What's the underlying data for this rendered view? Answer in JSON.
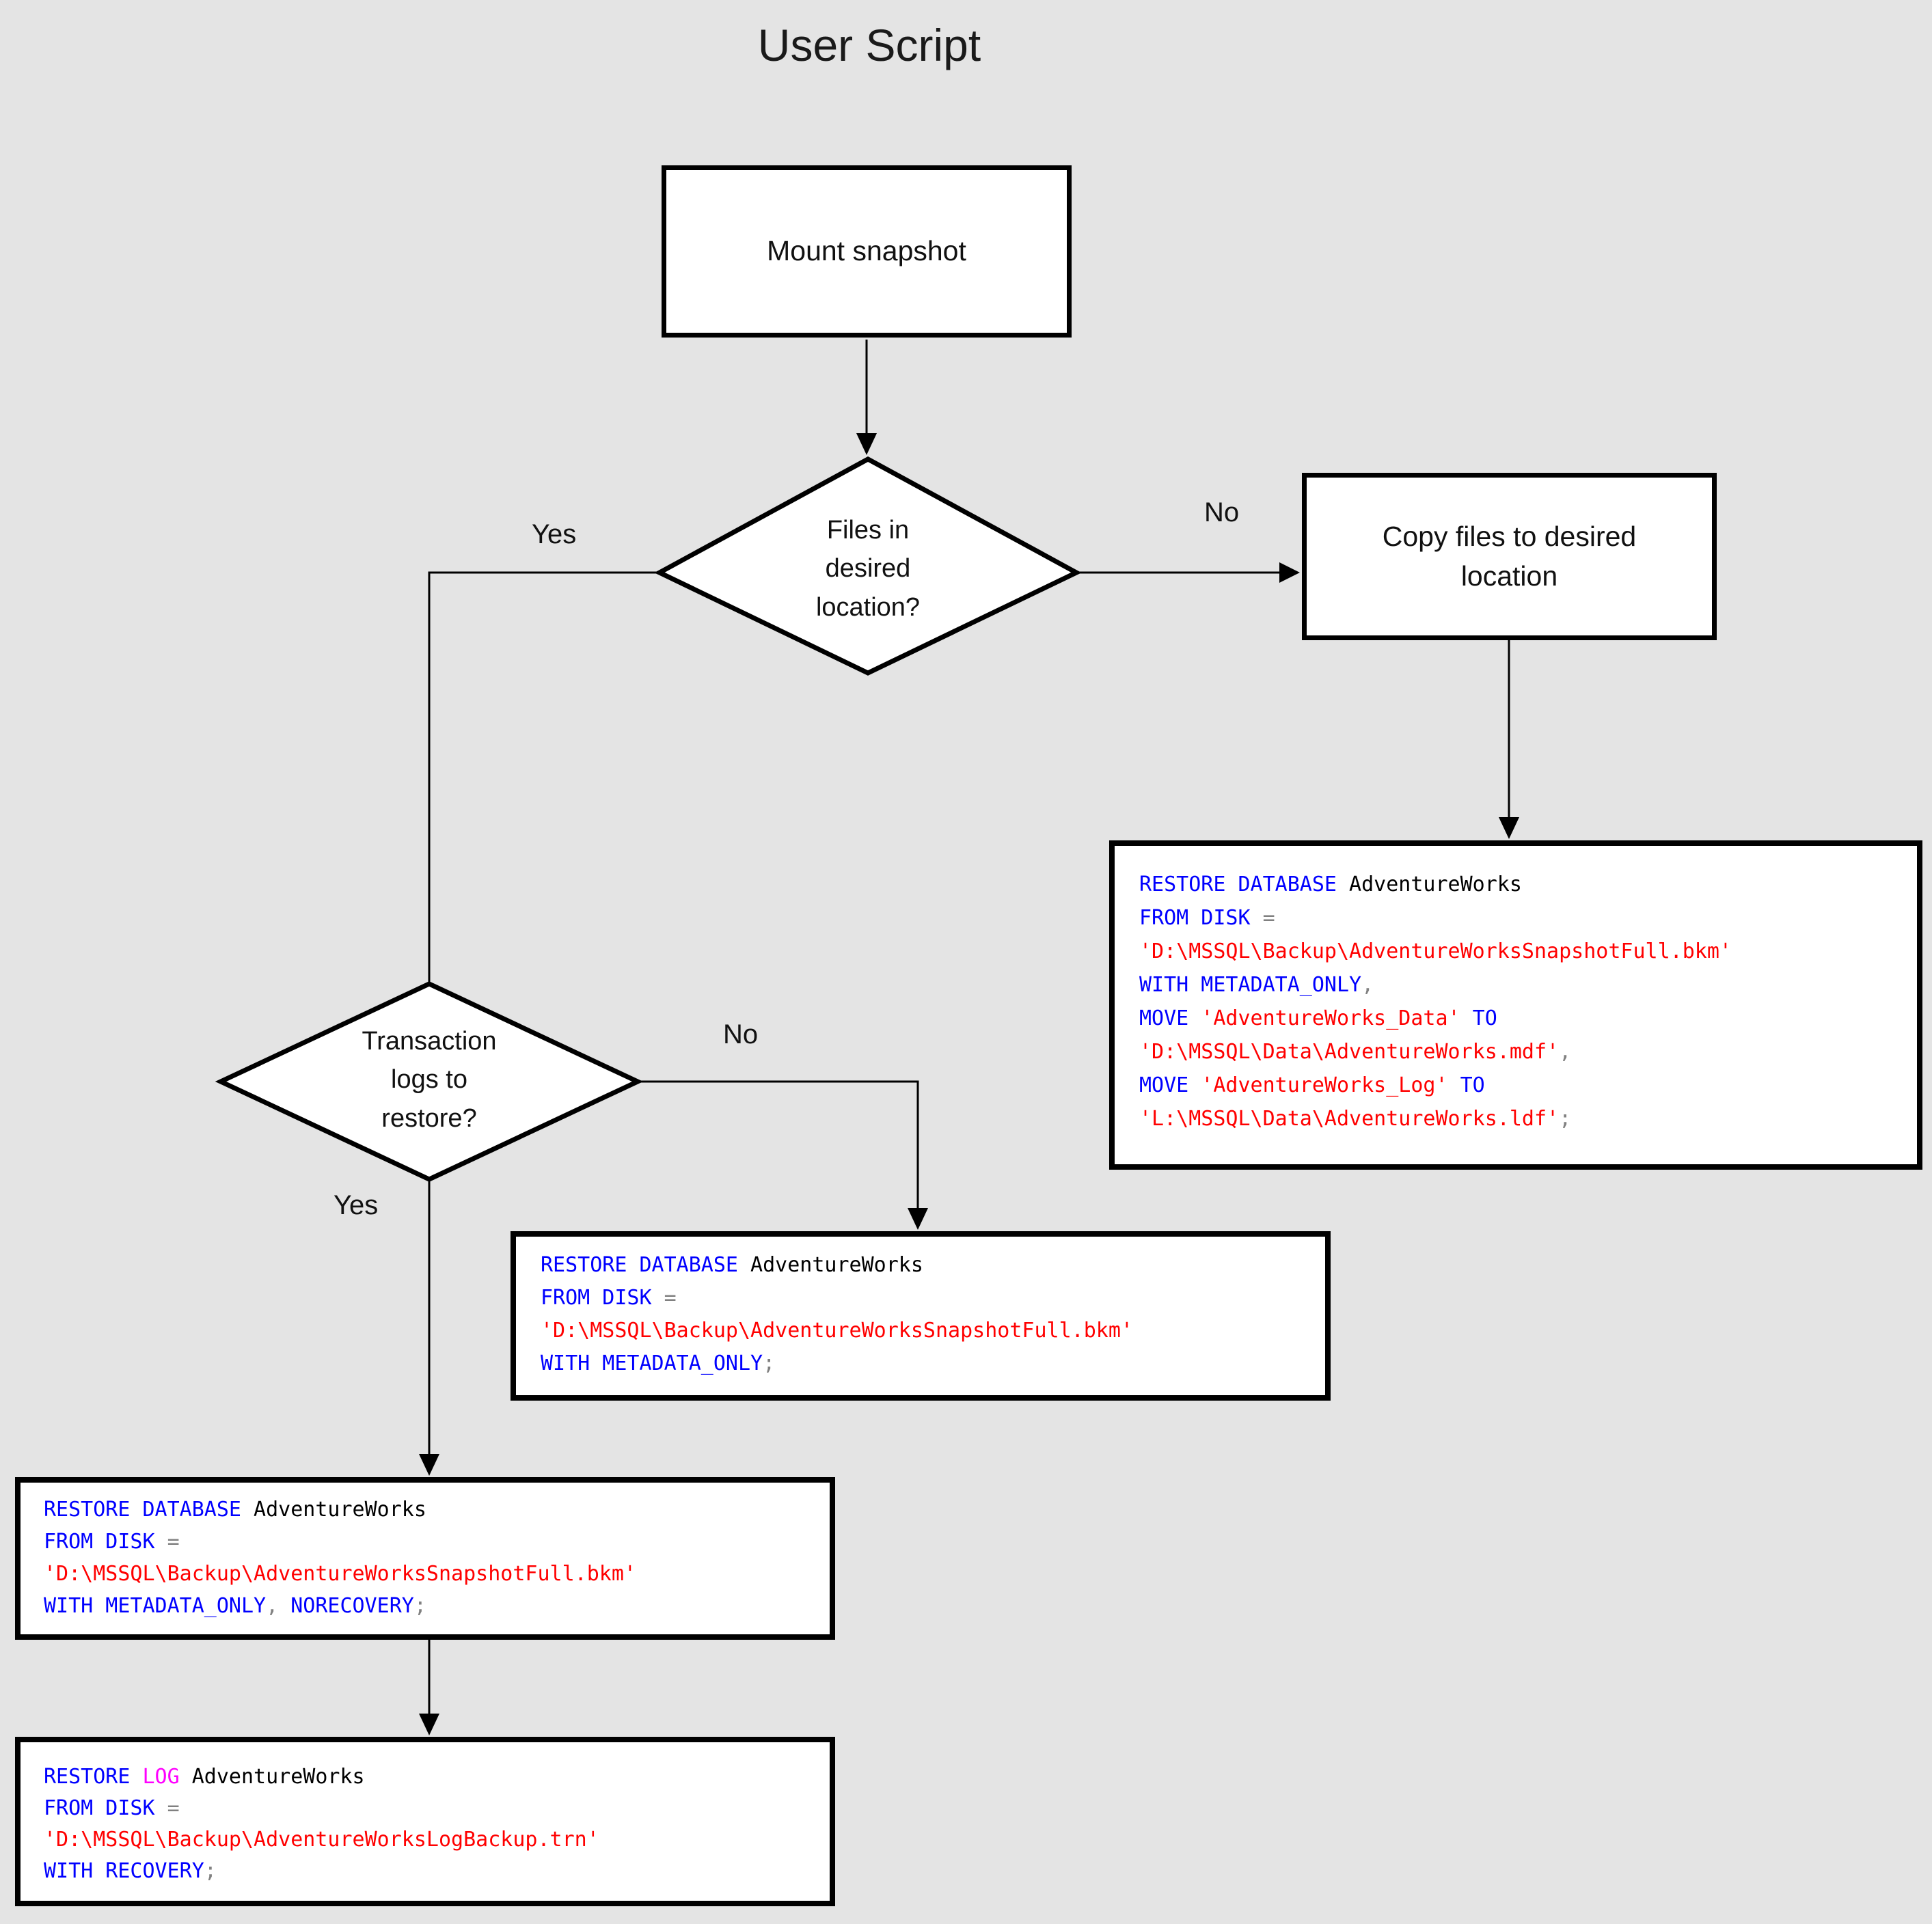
{
  "title": "User Script",
  "nodes": {
    "mount": {
      "label": "Mount snapshot"
    },
    "decision_files": {
      "label": "Files in\ndesired\nlocation?"
    },
    "copy_files": {
      "label": "Copy files to desired\nlocation"
    },
    "decision_logs": {
      "label": "Transaction\nlogs to\nrestore?"
    }
  },
  "edge_labels": {
    "files_yes": "Yes",
    "files_no": "No",
    "logs_yes": "Yes",
    "logs_no": "No"
  },
  "colors": {
    "background": "#e4e4e4",
    "keyword": "#0000ff",
    "string": "#ff0000",
    "operator": "#808080",
    "system_function": "#ff00ff",
    "identifier": "#000000",
    "node_border": "#000000"
  },
  "code_boxes": {
    "restore_move": {
      "lines": [
        [
          [
            "k",
            "RESTORE DATABASE "
          ],
          [
            "i",
            "AdventureWorks"
          ]
        ],
        [
          [
            "k",
            "FROM DISK "
          ],
          [
            "o",
            "="
          ]
        ],
        [
          [
            "s",
            "'D:\\MSSQL\\Backup\\AdventureWorksSnapshotFull.bkm'"
          ]
        ],
        [
          [
            "k",
            "WITH METADATA_ONLY"
          ],
          [
            "o",
            ","
          ]
        ],
        [
          [
            "k",
            "MOVE "
          ],
          [
            "s",
            "'AdventureWorks_Data'"
          ],
          [
            "k",
            " TO"
          ]
        ],
        [
          [
            "s",
            "'D:\\MSSQL\\Data\\AdventureWorks.mdf'"
          ],
          [
            "o",
            ","
          ]
        ],
        [
          [
            "k",
            "MOVE "
          ],
          [
            "s",
            "'AdventureWorks_Log'"
          ],
          [
            "k",
            " TO"
          ]
        ],
        [
          [
            "s",
            "'L:\\MSSQL\\Data\\AdventureWorks.ldf'"
          ],
          [
            "o",
            ";"
          ]
        ]
      ]
    },
    "restore_metadata_only": {
      "lines": [
        [
          [
            "k",
            "RESTORE DATABASE "
          ],
          [
            "i",
            "AdventureWorks"
          ]
        ],
        [
          [
            "k",
            "FROM DISK "
          ],
          [
            "o",
            "="
          ]
        ],
        [
          [
            "s",
            "'D:\\MSSQL\\Backup\\AdventureWorksSnapshotFull.bkm'"
          ]
        ],
        [
          [
            "k",
            "WITH METADATA_ONLY"
          ],
          [
            "o",
            ";"
          ]
        ]
      ]
    },
    "restore_norecovery": {
      "lines": [
        [
          [
            "k",
            "RESTORE DATABASE "
          ],
          [
            "i",
            "AdventureWorks"
          ]
        ],
        [
          [
            "k",
            "FROM DISK "
          ],
          [
            "o",
            "="
          ]
        ],
        [
          [
            "s",
            "'D:\\MSSQL\\Backup\\AdventureWorksSnapshotFull.bkm'"
          ]
        ],
        [
          [
            "k",
            "WITH METADATA_ONLY"
          ],
          [
            "o",
            ", "
          ],
          [
            "k",
            "NORECOVERY"
          ],
          [
            "o",
            ";"
          ]
        ]
      ]
    },
    "restore_log": {
      "lines": [
        [
          [
            "k",
            "RESTORE "
          ],
          [
            "m",
            "LOG"
          ],
          [
            "i",
            " AdventureWorks"
          ]
        ],
        [
          [
            "k",
            "FROM DISK "
          ],
          [
            "o",
            "="
          ]
        ],
        [
          [
            "s",
            "'D:\\MSSQL\\Backup\\AdventureWorksLogBackup.trn'"
          ]
        ],
        [
          [
            "k",
            "WITH RECOVERY"
          ],
          [
            "o",
            ";"
          ]
        ]
      ]
    }
  }
}
